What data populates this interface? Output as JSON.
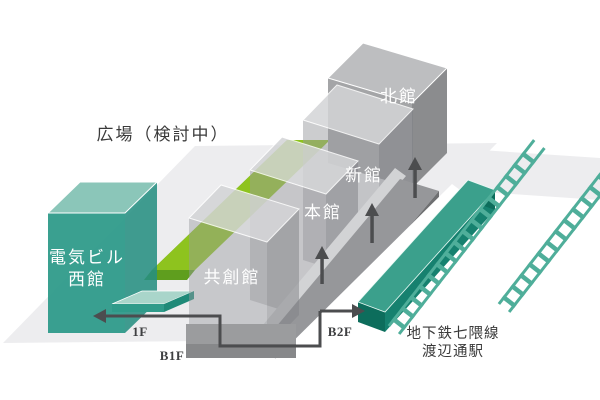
{
  "diagram": {
    "plaza_label": "広場（検討中）",
    "buildings": {
      "denki_west": {
        "label_lines": [
          "電気ビル",
          "西館"
        ]
      },
      "kyoso": {
        "label": "共創館"
      },
      "honkan": {
        "label": "本館"
      },
      "shinkan": {
        "label": "新館"
      },
      "kitakan": {
        "label": "北館"
      }
    },
    "floor_labels": {
      "f1": "1F",
      "b1f": "B1F",
      "b2f": "B2F"
    },
    "station_label_lines": [
      "地下鉄七隈線",
      "渡辺通駅"
    ],
    "colors": {
      "plaza_green": "#8ec31e",
      "plaza_green_dark": "#5f9e1e",
      "teal_building_front": "#2f9b8a",
      "teal_building_top": "#8bc6b9",
      "teal_building_side": "#279082",
      "deck_top": "#a9d5ca",
      "station_top": "#3ba08c",
      "station_side": "#16816f",
      "station_end": "#0d6d5c",
      "track_teal": "#4fae9a",
      "ground_gray": "#ededef",
      "road_gray": "#96979a",
      "road_edge_gray": "#6e6f71",
      "building_gray_opaque": "#a4a5a7",
      "arrow_dark": "#4c4d4f",
      "label_white": "#ffffff",
      "label_dark": "#3a3a3a"
    }
  }
}
